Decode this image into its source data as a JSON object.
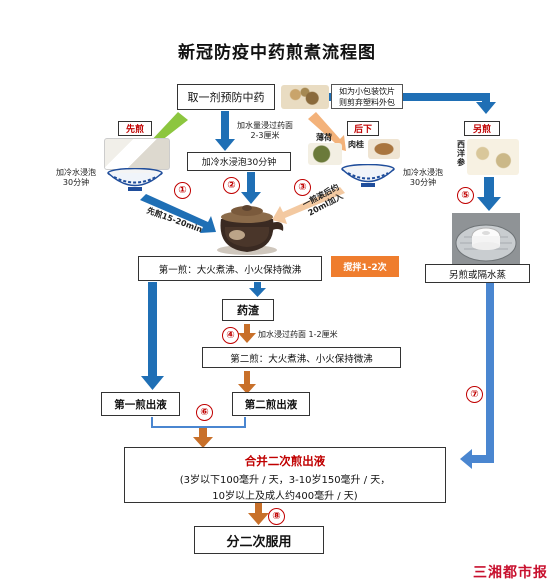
{
  "title": "新冠防疫中药煎煮流程图",
  "start_box": "取一剂预防中药",
  "pack_note": "如为小包装饮片\n则剪弃塑料外包",
  "xianjian": "先煎",
  "houxia": "后下",
  "lingjian": "另煎",
  "herb_labels": {
    "bohe": "薄荷",
    "rougui": "肉桂",
    "xiyang": "西洋参"
  },
  "step_center_label": "加水量浸过药面\n2-3厘米",
  "soak_center": "加冷水浸泡30分钟",
  "soak_left": "加冷水浸泡\n30分钟",
  "soak_right": "加冷水浸泡\n30分钟",
  "xianjian_time": "先煎15-20min",
  "houxia_time": "一煎滚后约\n20ml加入",
  "first_decoct": "第一煎：大火煮沸、小火保持微沸",
  "stir": "搅拌1-2次",
  "residue": "药渣",
  "add_water_2": "加水浸过药面 1-2厘米",
  "second_decoct": "第二煎：大火煮沸、小火保持微沸",
  "first_liquid": "第一煎出液",
  "second_liquid": "第二煎出液",
  "lingjian_box": "另煎或隔水蒸",
  "combine_title": "合并二次煎出液",
  "combine_line1": "(3岁以下100毫升 / 天，3-10岁150毫升 / 天，",
  "combine_line2": "10岁以上及成人约400毫升 / 天)",
  "final": "分二次服用",
  "steps": [
    "①",
    "②",
    "③",
    "④",
    "⑤",
    "⑥",
    "⑦",
    "⑧"
  ],
  "source_logo": "三湘都市报",
  "colors": {
    "blue": "#1f6fb5",
    "green": "#8cc63f",
    "orange": "#e07b2a",
    "peach": "#f3b27a",
    "brown": "#b5651d",
    "red": "#c00000"
  }
}
